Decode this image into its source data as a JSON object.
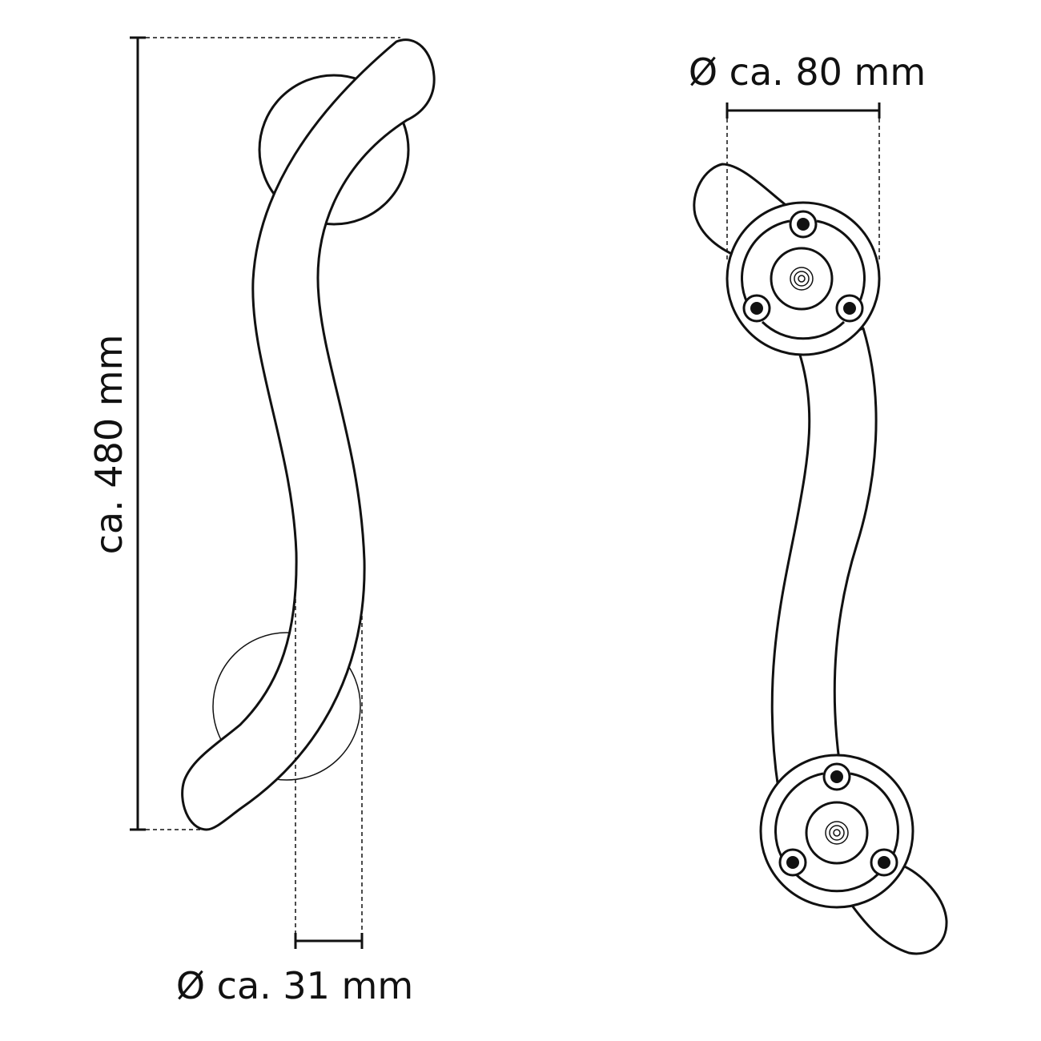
{
  "labels": {
    "height": "ca. 480 mm",
    "tube_diameter": "Ø ca. 31 mm",
    "rosette_diameter": "Ø ca. 80 mm"
  },
  "colors": {
    "line": "#111111",
    "background": "#ffffff"
  }
}
